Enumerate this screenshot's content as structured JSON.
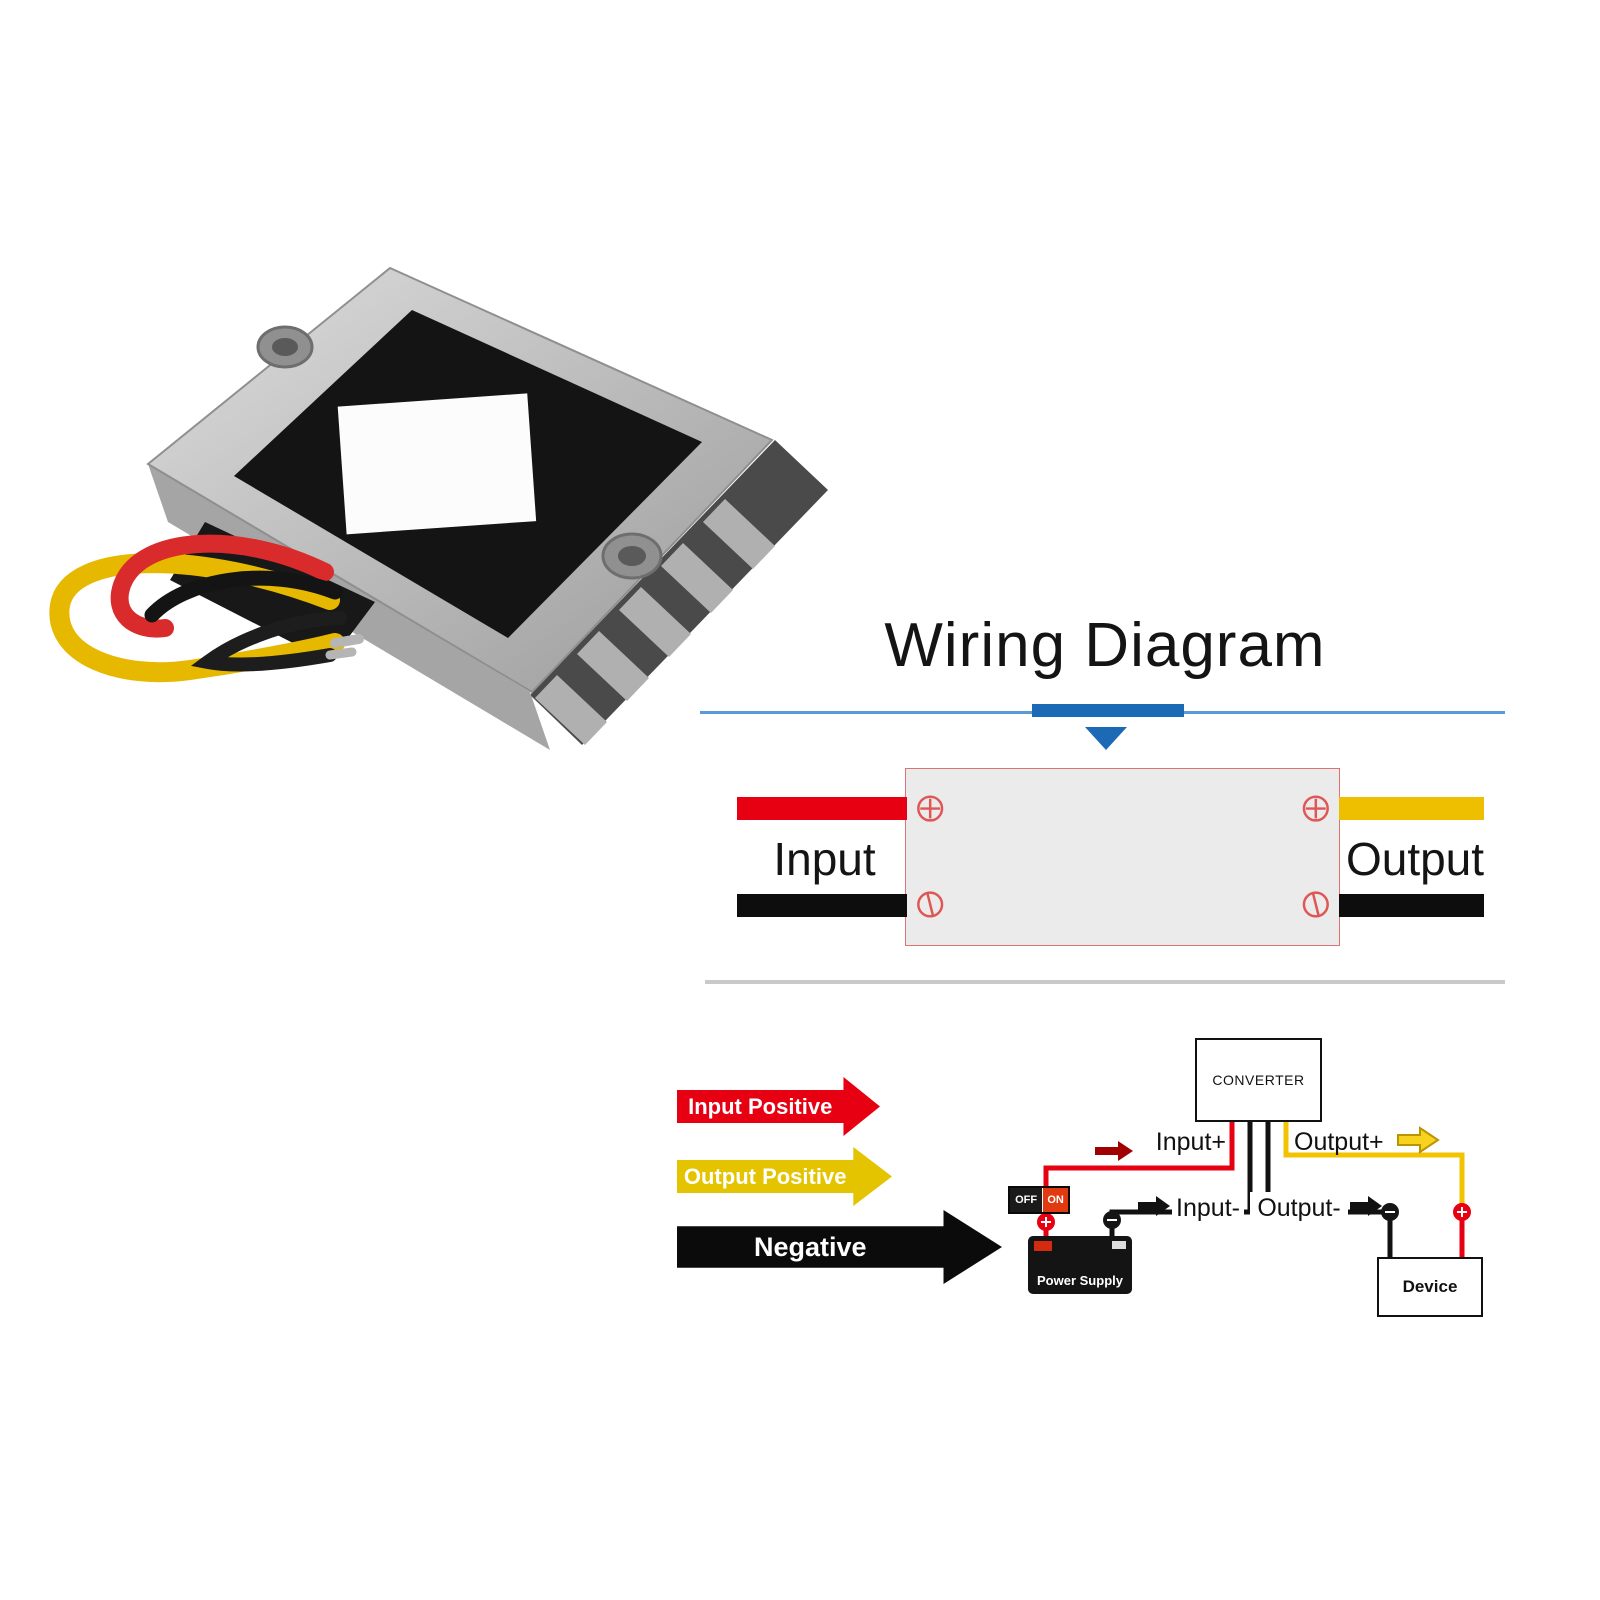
{
  "title": "Wiring Diagram",
  "schematic": {
    "input_label": "Input",
    "output_label": "Output"
  },
  "legend": [
    {
      "label": "Input Positive",
      "color": "#e60012"
    },
    {
      "label": "Output Positive",
      "color": "#e4c400"
    },
    {
      "label": "Negative",
      "color": "#0b0b0b"
    }
  ],
  "wiring": {
    "converter_label": "CONVERTER",
    "input_plus_label": "Input+",
    "output_plus_label": "Output+",
    "input_minus_label": "Input-",
    "output_minus_label": "Output-",
    "switch_off": "OFF",
    "switch_on": "ON",
    "power_supply_label": "Power Supply",
    "device_label": "Device"
  },
  "colors": {
    "wire_red": "#e60012",
    "wire_yellow": "#eebf00",
    "wire_black": "#111111",
    "accent_blue": "#1c6ab5",
    "line_blue": "#5b9bd5",
    "separator_gray": "#c9c9c9",
    "schematic_fill": "#ebebeb",
    "schematic_border": "#de7373"
  },
  "icons": {
    "pointer": "triangle-down-icon",
    "top_terminals": "screw-terminal-plus-icon",
    "bottom_terminals": "screw-terminal-slot-icon",
    "flow": "right-arrow-icon",
    "positive": "plus-terminal-icon",
    "negative": "minus-terminal-icon"
  }
}
